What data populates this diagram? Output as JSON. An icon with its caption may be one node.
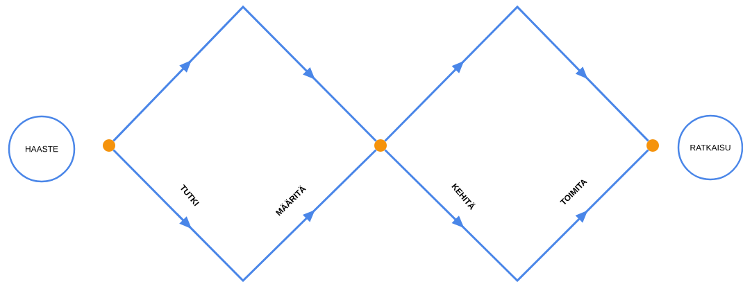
{
  "diagram": {
    "nodes": [
      {
        "text": [
          "HAASTE"
        ]
      },
      {
        "text": [],
        "shape": "circle"
      },
      {
        "text": [],
        "shape": "circle"
      },
      {
        "text": [],
        "shape": "circle"
      },
      {
        "text": [
          "RATKAISU"
        ]
      }
    ],
    "edges": [
      {
        "from": 1,
        "to": 2,
        "arrow": "to"
      },
      {
        "from": 1,
        "to": 2,
        "arrow": "to"
      },
      {
        "from": 2,
        "to": 3,
        "arrow": "to"
      },
      {
        "from": 2,
        "to": 3,
        "arrow": "to"
      }
    ],
    "labels": [
      "TUTKI",
      "MÄÄRITÄ",
      "KEHITÄ",
      "TOIMITA"
    ]
  }
}
